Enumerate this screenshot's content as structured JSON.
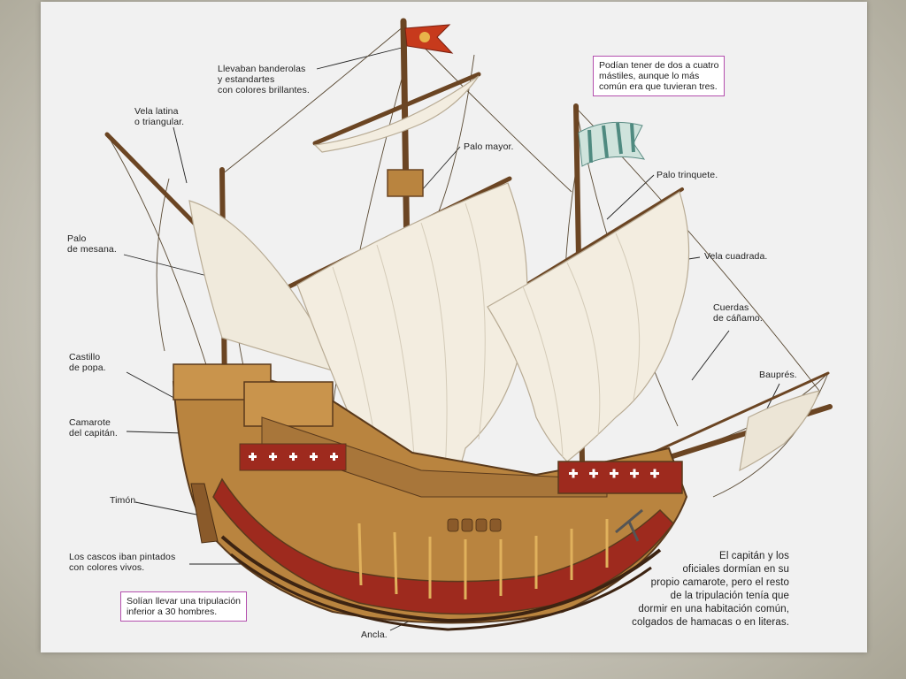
{
  "labels": {
    "banderolas": "Llevaban banderolas\ny estandartes\ncon colores brillantes.",
    "vela_latina": "Vela latina\no triangular.",
    "palo_mayor": "Palo mayor.",
    "palo_trinquete": "Palo trinquete.",
    "palo_mesana": "Palo\nde mesana.",
    "vela_cuadrada": "Vela cuadrada.",
    "cuerdas": "Cuerdas\nde cáñamo.",
    "castillo_popa": "Castillo\nde popa.",
    "baupres": "Bauprés.",
    "camarote": "Camarote\ndel capitán.",
    "timon": "Timón.",
    "cascos": "Los cascos iban pintados\ncon colores vivos.",
    "ancla": "Ancla.",
    "capitan_text": "El capitán y los\noficiales dormían en su\npropio camarote, pero el resto\nde la tripulación tenía que\ndormir en una habitación común,\ncolgados de hamacas o en literas."
  },
  "notes": {
    "mastiles": "Podían tener de dos a cuatro\nmástiles, aunque lo más\ncomún era que tuvieran tres.",
    "tripulacion": "Solían llevar una tripulación\ninferior a 30 hombres."
  },
  "colors": {
    "box_border": "#b44fae",
    "hull_red": "#9e2a1e",
    "wood": "#b9843f",
    "sail": "#f3ede0"
  }
}
